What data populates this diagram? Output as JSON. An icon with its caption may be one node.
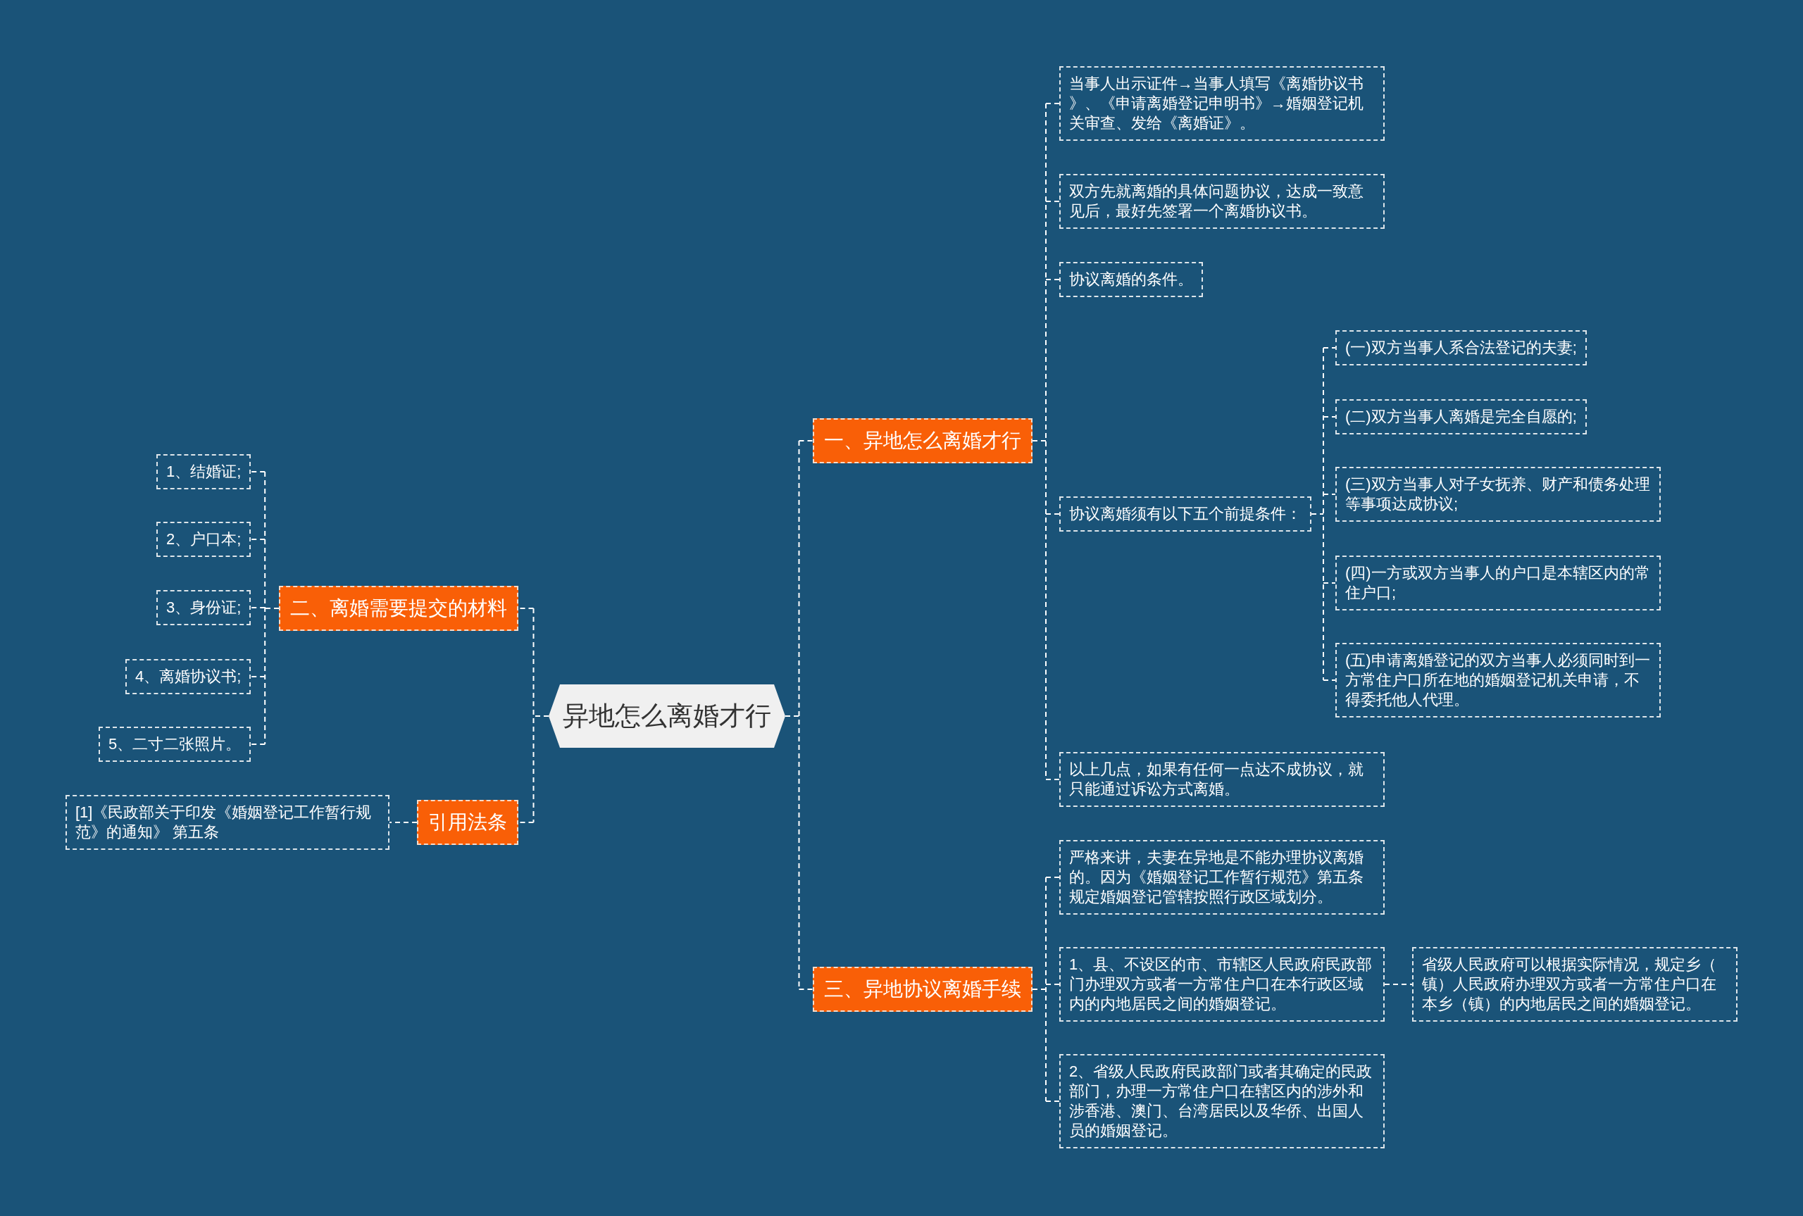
{
  "diagram": {
    "nodes": [
      {
        "text": [
          "异地怎么离婚才行"
        ]
      },
      {
        "text": [
          "一、异地怎么离婚才行"
        ]
      },
      {
        "text": [
          "当事人出示证件→当事人填写《离婚协议书》、《申请离婚登记申明书》→婚姻登记机关审查、发给《离婚证》。"
        ]
      },
      {
        "text": [
          "双方先就离婚的具体问题协议，达成一致意见后，最好先签署一个离婚协议书。"
        ]
      },
      {
        "text": [
          "协议离婚的条件。"
        ]
      },
      {
        "text": [
          "协议离婚须有以下五个前提条件："
        ]
      },
      {
        "text": [
          "(一)双方当事人系合法登记的夫妻;"
        ]
      },
      {
        "text": [
          "(二)双方当事人离婚是完全自愿的;"
        ]
      },
      {
        "text": [
          "(三)双方当事人对子女抚养、财产和债务处理等事项达成协议;"
        ]
      },
      {
        "text": [
          "(四)一方或双方当事人的户口是本辖区内的常住户口;"
        ]
      },
      {
        "text": [
          "(五)申请离婚登记的双方当事人必须同时到一方常住户口所在地的婚姻登记机关申请，不得委托他人代理。"
        ]
      },
      {
        "text": [
          "以上几点，如果有任何一点达不成协议，就只能通过诉讼方式离婚。"
        ]
      },
      {
        "text": [
          "三、异地协议离婚手续"
        ]
      },
      {
        "text": [
          "严格来讲，夫妻在异地是不能办理协议离婚的。因为《婚姻登记工作暂行规范》第五条规定婚姻登记管辖按照行政区域划分。"
        ]
      },
      {
        "text": [
          "1、县、不设区的市、市辖区人民政府民政部门办理双方或者一方常住户口在本行政区域内的内地居民之间的婚姻登记。"
        ]
      },
      {
        "text": [
          "省级人民政府可以根据实际情况，规定乡（镇）人民政府办理双方或者一方常住户口在本乡（镇）的内地居民之间的婚姻登记。"
        ]
      },
      {
        "text": [
          "2、省级人民政府民政部门或者其确定的民政部门，办理一方常住户口在辖区内的涉外和涉香港、澳门、台湾居民以及华侨、出国人员的婚姻登记。"
        ]
      },
      {
        "text": [
          "二、离婚需要提交的材料"
        ]
      },
      {
        "text": [
          "1、结婚证;"
        ]
      },
      {
        "text": [
          "2、户口本;"
        ]
      },
      {
        "text": [
          "3、身份证;"
        ]
      },
      {
        "text": [
          "4、离婚协议书;"
        ]
      },
      {
        "text": [
          "5、二寸二张照片。"
        ]
      },
      {
        "text": [
          "引用法条"
        ]
      },
      {
        "text": [
          "[1]《民政部关于印发《婚姻登记工作暂行规范》的通知》 第五条"
        ]
      }
    ],
    "edges": [
      {
        "from": 0,
        "to": 1,
        "arrow": "none"
      },
      {
        "from": 1,
        "to": 2,
        "arrow": "none"
      },
      {
        "from": 1,
        "to": 3,
        "arrow": "none"
      },
      {
        "from": 1,
        "to": 4,
        "arrow": "none"
      },
      {
        "from": 1,
        "to": 5,
        "arrow": "none"
      },
      {
        "from": 5,
        "to": 6,
        "arrow": "none"
      },
      {
        "from": 5,
        "to": 7,
        "arrow": "none"
      },
      {
        "from": 5,
        "to": 8,
        "arrow": "none"
      },
      {
        "from": 5,
        "to": 9,
        "arrow": "none"
      },
      {
        "from": 5,
        "to": 10,
        "arrow": "none"
      },
      {
        "from": 1,
        "to": 11,
        "arrow": "none"
      },
      {
        "from": 0,
        "to": 12,
        "arrow": "none"
      },
      {
        "from": 12,
        "to": 13,
        "arrow": "none"
      },
      {
        "from": 12,
        "to": 14,
        "arrow": "none"
      },
      {
        "from": 14,
        "to": 15,
        "arrow": "none"
      },
      {
        "from": 12,
        "to": 16,
        "arrow": "none"
      },
      {
        "from": 0,
        "to": 17,
        "arrow": "none"
      },
      {
        "from": 17,
        "to": 18,
        "arrow": "none"
      },
      {
        "from": 17,
        "to": 19,
        "arrow": "none"
      },
      {
        "from": 17,
        "to": 20,
        "arrow": "none"
      },
      {
        "from": 17,
        "to": 21,
        "arrow": "none"
      },
      {
        "from": 17,
        "to": 22,
        "arrow": "none"
      },
      {
        "from": 0,
        "to": 23,
        "arrow": "none"
      },
      {
        "from": 23,
        "to": 24,
        "arrow": "none"
      }
    ]
  }
}
